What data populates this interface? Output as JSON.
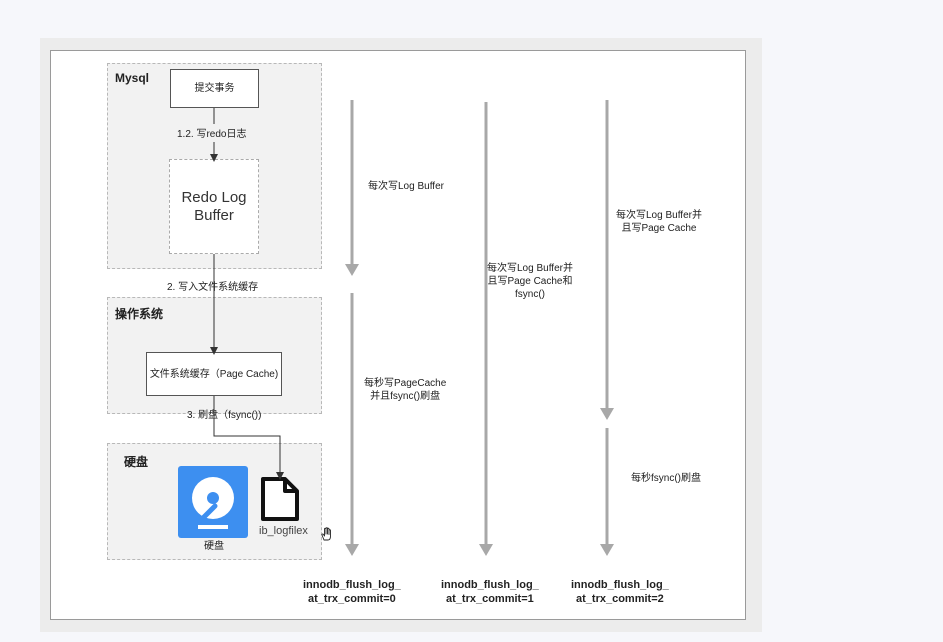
{
  "groups": {
    "mysql": "Mysql",
    "os": "操作系统",
    "disk": "硬盘"
  },
  "boxes": {
    "commit_tx": "提交事务",
    "redo_buffer": "Redo Log\nBuffer",
    "fs_cache": "文件系统缓存（Page\nCache)"
  },
  "steps": {
    "step1": "1.2. 写redo日志",
    "step2": "2. 写入文件系统缓存",
    "step3": "3. 刷盘（fsync())"
  },
  "icons": {
    "disk_label": "硬盘",
    "file_label": "ib_logfilex"
  },
  "columns": [
    {
      "top_note": "每次写Log Buffer",
      "bottom_note": "每秒写PageCache\n并且fsync()刷盘",
      "caption": "innodb_flush_log_\nat_trx_commit=0"
    },
    {
      "top_note": "每次写Log Buffer并\n且写Page Cache和\nfsync()",
      "caption": "innodb_flush_log_\nat_trx_commit=1"
    },
    {
      "top_note": "每次写Log Buffer并\n且写Page Cache",
      "bottom_note": "每秒fsync()刷盘",
      "caption": "innodb_flush_log_\nat_trx_commit=2"
    }
  ],
  "colors": {
    "disk_blue": "#3d8ff0",
    "arrow_gray": "#a8a8a8",
    "group_fill": "#f2f2f2"
  }
}
